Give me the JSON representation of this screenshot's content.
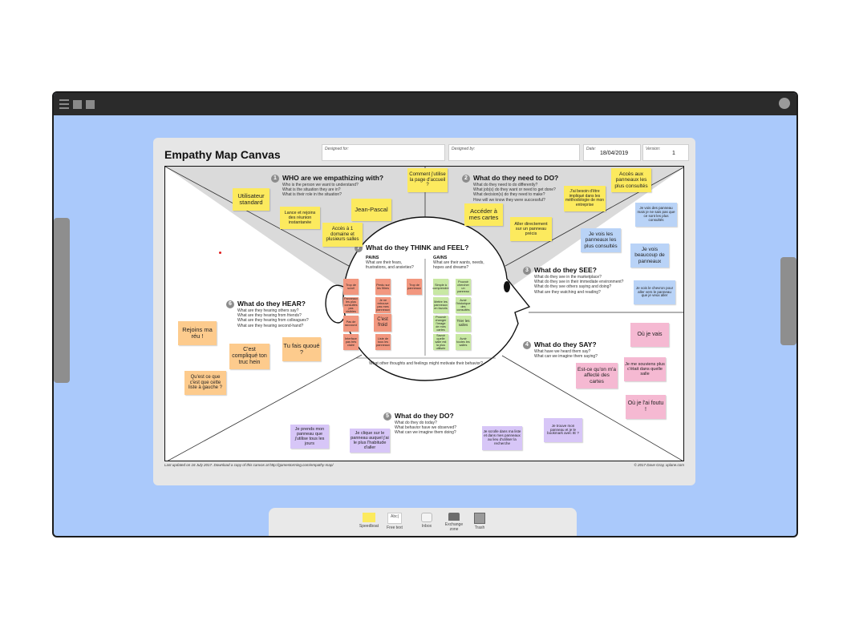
{
  "board_title": "Empathy Map Canvas",
  "header": {
    "designed_for_label": "Designed for:",
    "designed_for_value": "",
    "designed_by_label": "Designed by:",
    "designed_by_value": "",
    "date_label": "Date:",
    "date_value": "18/04/2019",
    "version_label": "Version:",
    "version_value": "1"
  },
  "sections": {
    "who": {
      "num": "1",
      "title": "WHO are we empathizing with?",
      "lines": [
        "Who is the person we want to understand?",
        "What is the situation they are in?",
        "What is their role in the situation?"
      ]
    },
    "need": {
      "num": "2",
      "title": "What do they need to DO?",
      "lines": [
        "What do they need to do differently?",
        "What job(s) do they want or need to get done?",
        "What decision(s) do they need to make?",
        "How will we know they were successful?"
      ]
    },
    "see": {
      "num": "3",
      "title": "What do they SEE?",
      "lines": [
        "What do they see in the marketplace?",
        "What do they see in their immediate environment?",
        "What do they see others saying and doing?",
        "What are they watching and reading?"
      ]
    },
    "say": {
      "num": "4",
      "title": "What do they SAY?",
      "lines": [
        "What have we heard them say?",
        "What can we imagine them saying?"
      ]
    },
    "do": {
      "num": "5",
      "title": "What do they DO?",
      "lines": [
        "What do they do today?",
        "What behavior have we observed?",
        "What can we imagine them doing?"
      ]
    },
    "hear": {
      "num": "6",
      "title": "What do they HEAR?",
      "lines": [
        "What are they hearing others say?",
        "What are they hearing from friends?",
        "What are they hearing from colleagues?",
        "What are they hearing second-hand?"
      ]
    },
    "think": {
      "num": "7",
      "title": "What do they THINK and FEEL?",
      "pains_title": "PAINS",
      "pains_text": "What are their fears, frustrations, and anxieties?",
      "gains_title": "GAINS",
      "gains_text": "What are their wants, needs, hopes and dreams?",
      "other": "What other thoughts and feelings might motivate their behavior?"
    }
  },
  "notes": {
    "who_1": "Utilisateur standard",
    "who_2": "Lance et rejoins des réunion instantanée",
    "who_3": "Jean-Pascal",
    "who_4": "Accès à 1 domaine et plusieurs salles",
    "top_1": "Comment j'utilise la page d'accueil ?",
    "need_1": "Accéder à mes cartes",
    "need_2": "J'ai besoin d'être impliqué dans les méthodologie de mon entreprise",
    "need_3": "Accès aux panneaux les plus consultés",
    "need_4": "Aller directement sur un panneau précis",
    "see_1": "Je vois des panneau mais je ne sais pas que ce sont les plus consultés",
    "see_2": "Je vois les panneaux les plus consultés",
    "see_3": "Je vois beaucoup de panneaux",
    "see_4": "Je vois le chevron pour aller vers le panneau que je veux aller",
    "say_1": "Où je vais",
    "say_2": "Est-ce qu'on m'a affecté des cartes",
    "say_3": "Je me souviens plus c'était dans quelle salle",
    "say_4": "Où je l'ai foutu !",
    "hear_1": "Rejoins ma réu !",
    "hear_2": "C'est compliqué ton truc hein",
    "hear_3": "Tu fais quoué ?",
    "hear_4": "Qu'est ce que c'est que cette liste à gauche ?",
    "do_1": "Je prends mon panneau que j'utilise tous les jours",
    "do_2": "Je clique sur le panneau auquel j'ai le plus l'habitude d'aller",
    "do_3": "Je scrolle dans ma liste et dans mes panneaux au lieu d'utiliser la recherche",
    "do_4": "Je trouve mon panneau et je le bookmark avec IE ?",
    "pain_1": "Trop de scroll",
    "pain_2": "Perdu sur les filtres",
    "pain_3": "Trop de panneaux",
    "pain_4": "Panneaux les plus consultés pas visibles",
    "pain_5": "Je ne retrouve pas mes panneaux",
    "pain_6": "C'est froid",
    "pain_7": "Pas de raccourci",
    "pain_8": "Interface pas très claire",
    "pain_9": "Liste de tous les panneaux",
    "gain_1": "Simple à comprendre",
    "gain_2": "Pouvoir chercher un panneau",
    "gain_3": "Mettre les panneaux en favoris",
    "gain_4": "Avoir l'historique des consultés",
    "gain_5": "Pouvoir changer l'image de mes cartes",
    "gain_6": "Trier les salles",
    "gain_7": "Savoir quelle salle est la plus utilisée",
    "gain_8": "Avoir toutes les salles"
  },
  "footer_left": "Last updated on 16 July 2017. Download a copy of this canvas at http://gamestorming.com/empathy-map/",
  "footer_right": "© 2017 Dave Gray, xplane.com",
  "dock": {
    "speedboat": "Speedboat",
    "free_text_icon": "Abc|",
    "free_text": "Free text",
    "inbox": "Inbox",
    "exchange": "Exchange zone",
    "trash": "Trash"
  }
}
